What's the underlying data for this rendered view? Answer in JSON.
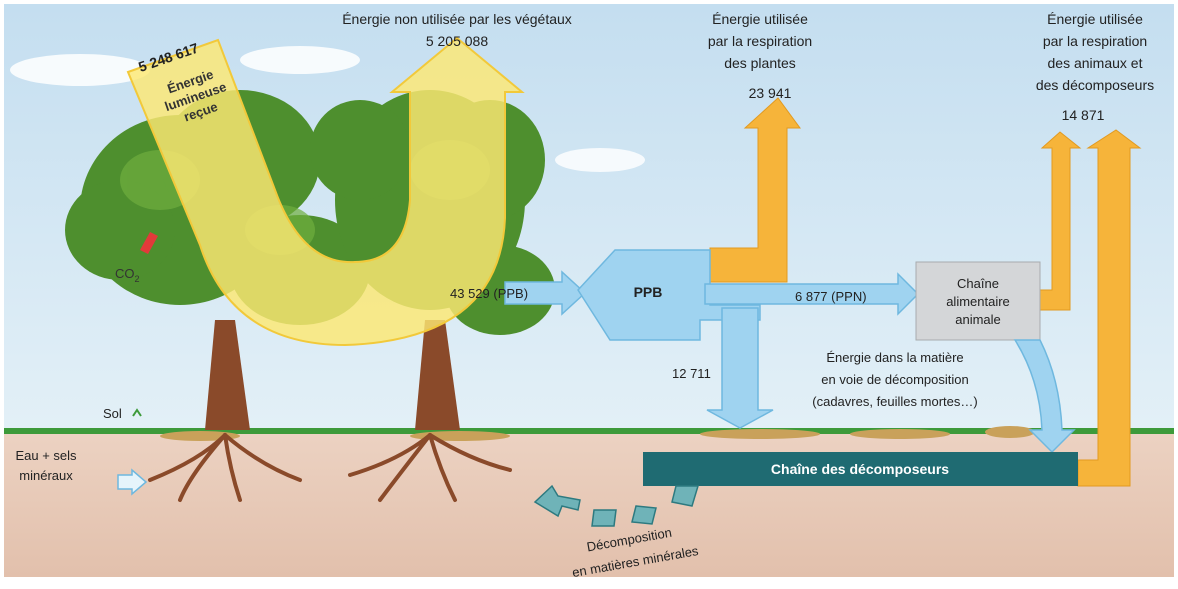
{
  "labels": {
    "light_value": "5 248 617",
    "light_line1": "Énergie",
    "light_line2": "lumineuse",
    "light_line3": "reçue",
    "unused_title": "Énergie non utilisée par les végétaux",
    "unused_value": "5 205 088",
    "plant_resp_line1": "Énergie utilisée",
    "plant_resp_line2": "par la respiration",
    "plant_resp_line3": "des plantes",
    "plant_resp_value": "23 941",
    "animal_resp_line1": "Énergie utilisée",
    "animal_resp_line2": "par la respiration",
    "animal_resp_line3": "des animaux et",
    "animal_resp_line4": "des décomposeurs",
    "animal_resp_value": "14 871",
    "co2_main": "CO",
    "co2_sub": "2",
    "ppb_flow": "43 529 (PPB)",
    "ppb_box": "PPB",
    "ppn_flow": "6 877 (PPN)",
    "chain_line1": "Chaîne",
    "chain_line2": "alimentaire",
    "chain_line3": "animale",
    "dead_value": "12 711",
    "dead_line1": "Énergie dans la matière",
    "dead_line2": "en voie de décomposition",
    "dead_line3": "(cadavres, feuilles mortes…)",
    "sol": "Sol",
    "water_line1": "Eau + sels",
    "water_line2": "minéraux",
    "decomposers": "Chaîne des décomposeurs",
    "decomp_line1": "Décomposition",
    "decomp_line2": "en matières minérales"
  },
  "colors": {
    "sky": "#cfe6f4",
    "ground": "#e8c9b8",
    "grass": "#3d9a3a",
    "yellow_arrow": "#fde873",
    "orange_arrow": "#f6b43a",
    "blue_arrow": "#9fd3f0",
    "gray_box": "#d4d6d8",
    "decomposer_bar": "#1f6b72",
    "foliage": "#4e8f2e",
    "trunk": "#8a4a2a"
  }
}
